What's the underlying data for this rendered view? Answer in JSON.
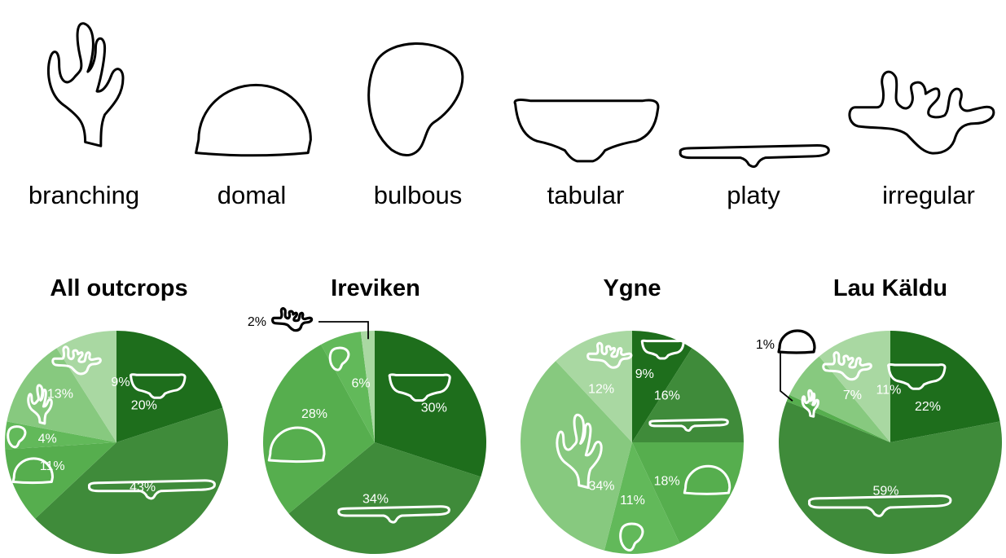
{
  "growth_forms": [
    {
      "key": "branching",
      "label": "branching",
      "icon": "branching-icon"
    },
    {
      "key": "domal",
      "label": "domal",
      "icon": "domal-icon"
    },
    {
      "key": "bulbous",
      "label": "bulbous",
      "icon": "bulbous-icon"
    },
    {
      "key": "tabular",
      "label": "tabular",
      "icon": "tabular-icon"
    },
    {
      "key": "platy",
      "label": "platy",
      "icon": "platy-icon"
    },
    {
      "key": "irregular",
      "label": "irregular",
      "icon": "irregular-icon"
    }
  ],
  "colors": {
    "tabular": "#1e6e1c",
    "platy": "#3f8b3a",
    "domal": "#56ae4e",
    "bulbous": "#62b95a",
    "branching": "#87c97f",
    "irregular": "#a9d8a2",
    "outline_dark": "#000000",
    "outline_light": "#ffffff"
  },
  "chart_data": [
    {
      "type": "pie",
      "title": "All outcrops",
      "slices": [
        {
          "form": "tabular",
          "value": 20,
          "label": "20%"
        },
        {
          "form": "platy",
          "value": 43,
          "label": "43%"
        },
        {
          "form": "domal",
          "value": 11,
          "label": "11%"
        },
        {
          "form": "bulbous",
          "value": 4,
          "label": "4%"
        },
        {
          "form": "branching",
          "value": 13,
          "label": "13%"
        },
        {
          "form": "irregular",
          "value": 9,
          "label": "9%"
        }
      ]
    },
    {
      "type": "pie",
      "title": "Ireviken",
      "slices": [
        {
          "form": "tabular",
          "value": 30,
          "label": "30%"
        },
        {
          "form": "platy",
          "value": 34,
          "label": "34%"
        },
        {
          "form": "domal",
          "value": 28,
          "label": "28%"
        },
        {
          "form": "bulbous",
          "value": 6,
          "label": "6%"
        },
        {
          "form": "irregular",
          "value": 2,
          "label": "2%"
        }
      ]
    },
    {
      "type": "pie",
      "title": "Ygne",
      "slices": [
        {
          "form": "tabular",
          "value": 9,
          "label": "9%"
        },
        {
          "form": "platy",
          "value": 16,
          "label": "16%"
        },
        {
          "form": "domal",
          "value": 18,
          "label": "18%"
        },
        {
          "form": "bulbous",
          "value": 11,
          "label": "11%"
        },
        {
          "form": "branching",
          "value": 34,
          "label": "34%"
        },
        {
          "form": "irregular",
          "value": 12,
          "label": "12%"
        }
      ]
    },
    {
      "type": "pie",
      "title": "Lau Käldu",
      "slices": [
        {
          "form": "tabular",
          "value": 22,
          "label": "22%"
        },
        {
          "form": "platy",
          "value": 59,
          "label": "59%"
        },
        {
          "form": "domal",
          "value": 1,
          "label": "1%"
        },
        {
          "form": "branching",
          "value": 7,
          "label": "7%"
        },
        {
          "form": "irregular",
          "value": 11,
          "label": "11%"
        }
      ]
    }
  ]
}
